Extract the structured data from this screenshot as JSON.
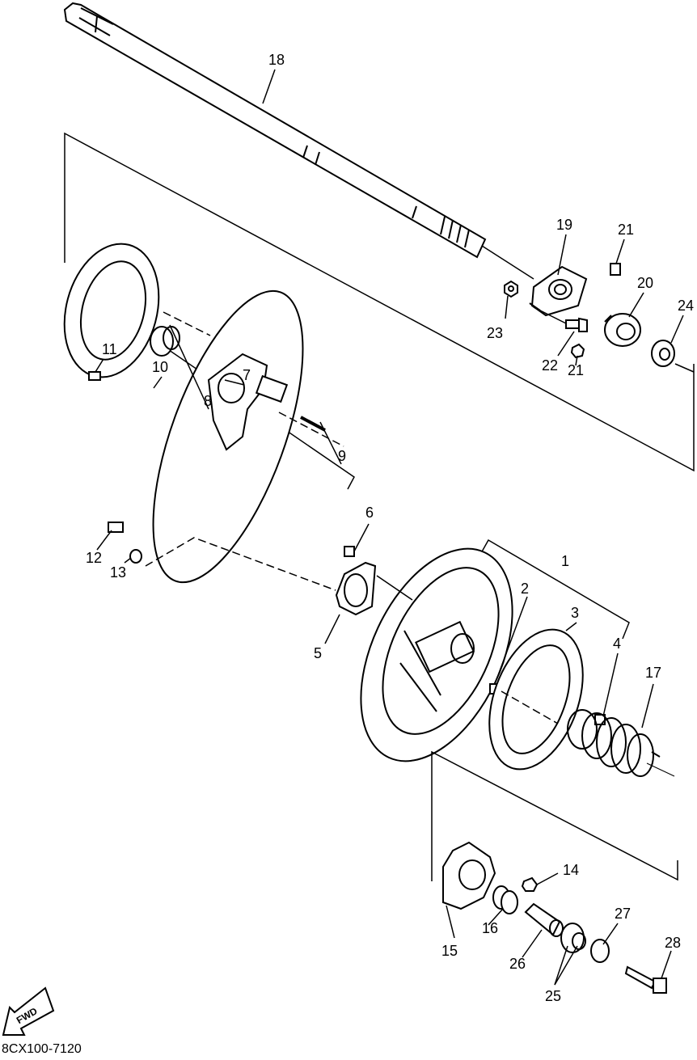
{
  "diagram": {
    "code": "8CX100-7120",
    "fwd_label": "FWD",
    "callouts": [
      "1",
      "2",
      "3",
      "4",
      "5",
      "6",
      "7",
      "8",
      "9",
      "10",
      "11",
      "12",
      "13",
      "14",
      "15",
      "16",
      "17",
      "18",
      "19",
      "20",
      "21",
      "21",
      "22",
      "23",
      "24",
      "25",
      "26",
      "27",
      "28"
    ]
  }
}
